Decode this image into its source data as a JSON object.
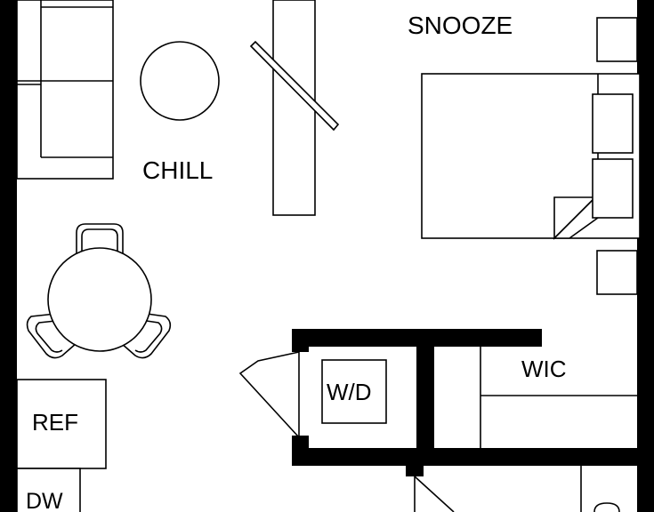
{
  "rooms": {
    "snooze": "SNOOZE",
    "chill": "CHILL",
    "wic": "WIC",
    "laundry": "W/D",
    "fridge": "REF",
    "dishwasher": "DW"
  },
  "colors": {
    "wall": "#000000",
    "line": "#000000",
    "background": "#ffffff"
  }
}
